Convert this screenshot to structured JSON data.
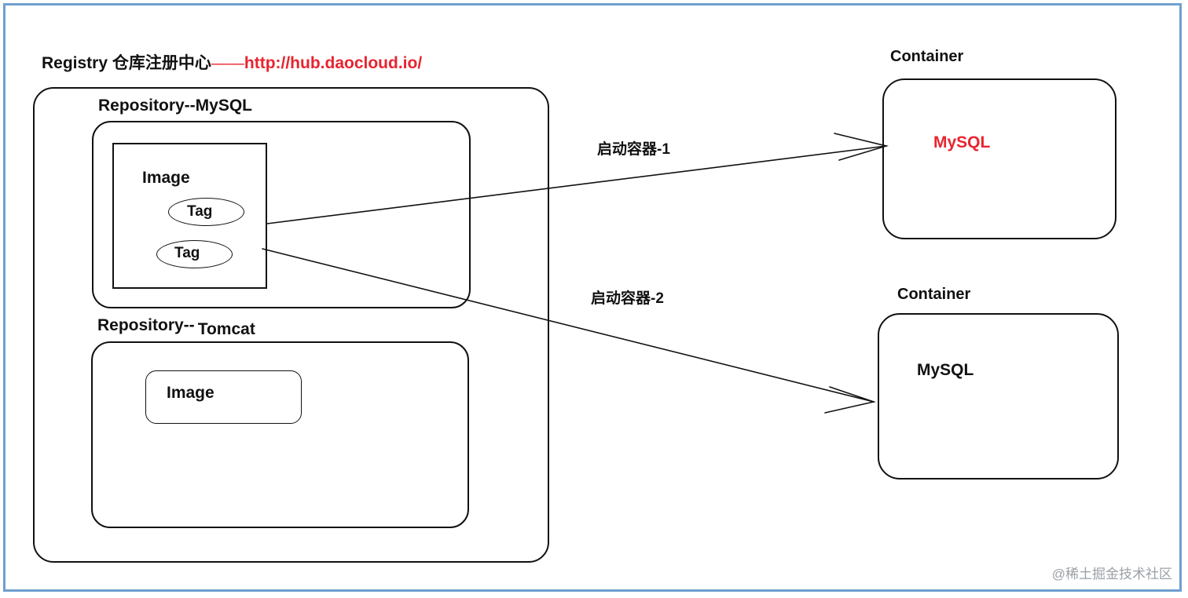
{
  "registry": {
    "label": "Registry 仓库注册中心",
    "dash": "——",
    "url": "http://hub.daocloud.io/"
  },
  "repositories": [
    {
      "label": "Repository--MySQL",
      "image_label": "Image",
      "tags": [
        "Tag",
        "Tag"
      ]
    },
    {
      "label_prefix": "Repository--",
      "label_suffix": "Tomcat",
      "image_label": "Image"
    }
  ],
  "containers": [
    {
      "title": "Container",
      "content": "MySQL",
      "content_color": "#e8242f"
    },
    {
      "title": "Container",
      "content": "MySQL",
      "content_color": "#111111"
    }
  ],
  "edges": [
    {
      "label": "启动容器-1"
    },
    {
      "label": "启动容器-2"
    }
  ],
  "watermark": "@稀土掘金技术社区",
  "colors": {
    "frame": "#6f9fcf",
    "url": "#e8242f",
    "stroke": "#111111"
  }
}
